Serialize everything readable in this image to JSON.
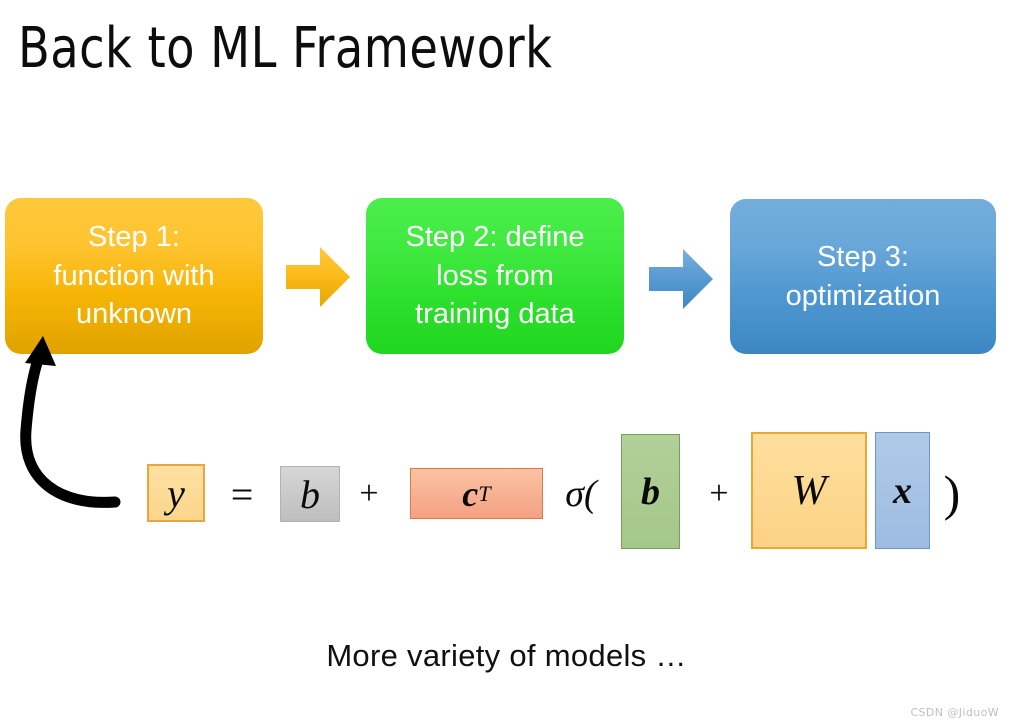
{
  "slide": {
    "title": "Back to ML Framework",
    "caption": "More variety of models …",
    "watermark": "CSDN @JiduoW",
    "background_color": "#ffffff"
  },
  "pipeline": {
    "steps": [
      {
        "id": "step-1",
        "label": "Step 1:\nfunction with\nunknown",
        "color": "#F6B505",
        "text_color": "#ffffff"
      },
      {
        "id": "step-2",
        "label": "Step 2: define\nloss from\ntraining data",
        "color": "#2BDE2B",
        "text_color": "#ffffff"
      },
      {
        "id": "step-3",
        "label": "Step 3:\noptimization",
        "color": "#4E96CF",
        "text_color": "#ffffff"
      }
    ],
    "connectors": [
      {
        "id": "arrow-step1-step2",
        "icon": "right-block-arrow-icon",
        "color": "#F6B505"
      },
      {
        "id": "arrow-step2-step3",
        "icon": "right-block-arrow-icon",
        "color": "#4E96CF"
      }
    ],
    "feedback_arrow": {
      "id": "feedback-arrow",
      "icon": "curved-up-arrow-icon",
      "color": "#000000",
      "from": "equation",
      "to": "step-1"
    }
  },
  "equation": {
    "description": "y = b + c^T sigma( b + W x )",
    "terms": [
      {
        "id": "y",
        "text": "y",
        "kind": "boxed-variable",
        "fill": "#FCD68B",
        "border": "#E9A53E"
      },
      {
        "id": "equals",
        "text": "=",
        "kind": "operator"
      },
      {
        "id": "b-outer",
        "text": "b",
        "kind": "boxed-variable",
        "fill": "#BEBEBE",
        "border": "#B2B2B2"
      },
      {
        "id": "plus-1",
        "text": "+",
        "kind": "operator"
      },
      {
        "id": "c-transpose",
        "text": "c",
        "superscript": "T",
        "kind": "boxed-variable",
        "fill": "#F4A183",
        "border": "#E0784C"
      },
      {
        "id": "sigma-open",
        "text": "σ(",
        "kind": "operator"
      },
      {
        "id": "b-inner",
        "text": "b",
        "kind": "boxed-variable",
        "fill": "#A4C78A",
        "border": "#7C9C5C"
      },
      {
        "id": "plus-2",
        "text": "+",
        "kind": "operator"
      },
      {
        "id": "W",
        "text": "W",
        "kind": "boxed-variable",
        "fill": "#FCD285",
        "border": "#E7A933"
      },
      {
        "id": "x",
        "text": "x",
        "kind": "boxed-variable",
        "fill": "#9DBCE2",
        "border": "#6E97C8"
      },
      {
        "id": "paren-close",
        "text": ")",
        "kind": "operator"
      }
    ]
  }
}
